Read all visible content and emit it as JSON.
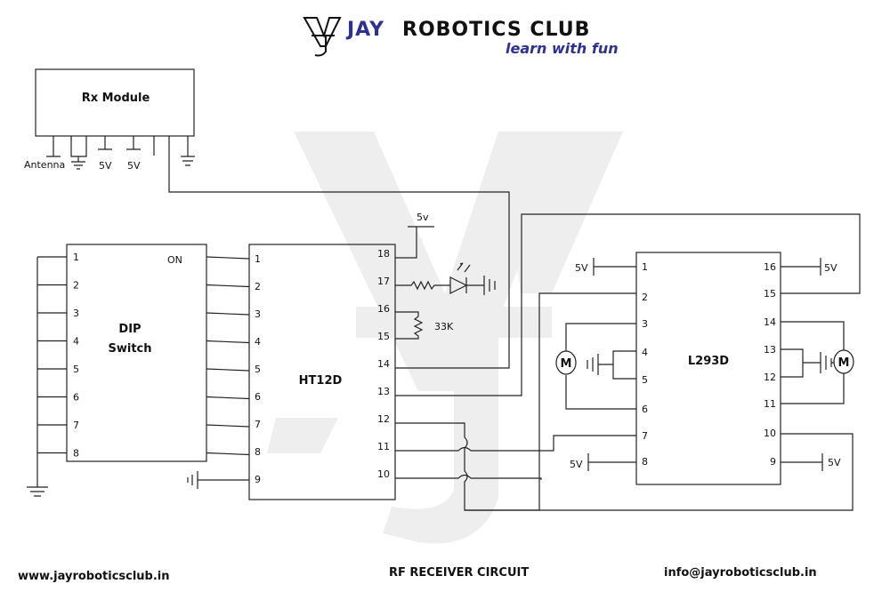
{
  "header": {
    "logo_text": "JAY ROBOTICS CLUB",
    "logo_word1": "JAY",
    "logo_word2": "ROBOTICS CLUB",
    "tagline": "learn with fun",
    "colors": {
      "jay": "#2e3192",
      "robotics": "#111111",
      "tagline": "#2e3192"
    }
  },
  "rx_module": {
    "title": "Rx Module",
    "pins": [
      "Antenna",
      "5V",
      "5V"
    ]
  },
  "dip_switch": {
    "title_line1": "DIP",
    "title_line2": "Switch",
    "on_label": "ON",
    "pins": [
      "1",
      "2",
      "3",
      "4",
      "5",
      "6",
      "7",
      "8"
    ]
  },
  "ht12d": {
    "title": "HT12D",
    "left_pins": [
      "1",
      "2",
      "3",
      "4",
      "5",
      "6",
      "7",
      "8",
      "9"
    ],
    "right_pins": [
      "18",
      "17",
      "16",
      "15",
      "14",
      "13",
      "12",
      "11",
      "10"
    ],
    "supply": "5v",
    "resistor": "33K"
  },
  "l293d": {
    "title": "L293D",
    "left_pins": [
      "1",
      "2",
      "3",
      "4",
      "5",
      "6",
      "7",
      "8"
    ],
    "right_pins": [
      "16",
      "15",
      "14",
      "13",
      "12",
      "11",
      "10",
      "9"
    ],
    "supply_labels": [
      "5V",
      "5V",
      "5V",
      "5V"
    ],
    "motor_label": "M"
  },
  "footer": {
    "website": "www.jayroboticsclub.in",
    "title": "RF RECEIVER CIRCUIT",
    "email": "info@jayroboticsclub.in"
  }
}
